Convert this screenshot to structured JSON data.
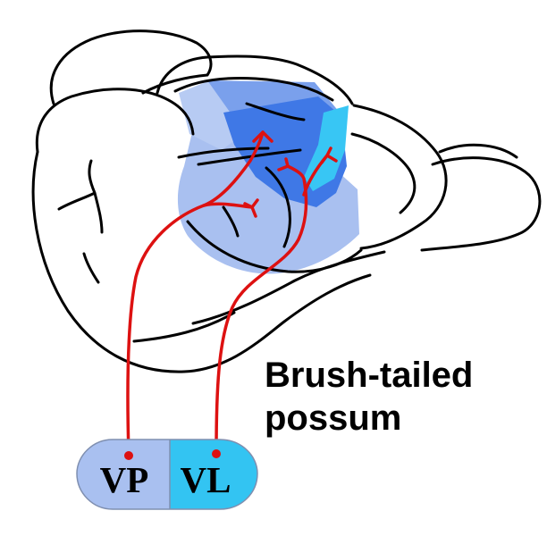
{
  "species": {
    "line1": "Brush-tailed",
    "line2": "possum"
  },
  "thalamus": {
    "vp_label": "VP",
    "vl_label": "VL"
  },
  "colors": {
    "outline": "#000000",
    "projection": "#dd1111",
    "area_light": "#a9c0f0",
    "area_mid": "#7aa0ec",
    "area_dark": "#3f78e6",
    "area_cyan": "#38c6f4",
    "vp_fill": "#a9c0f0",
    "vl_fill": "#33c4f2"
  }
}
